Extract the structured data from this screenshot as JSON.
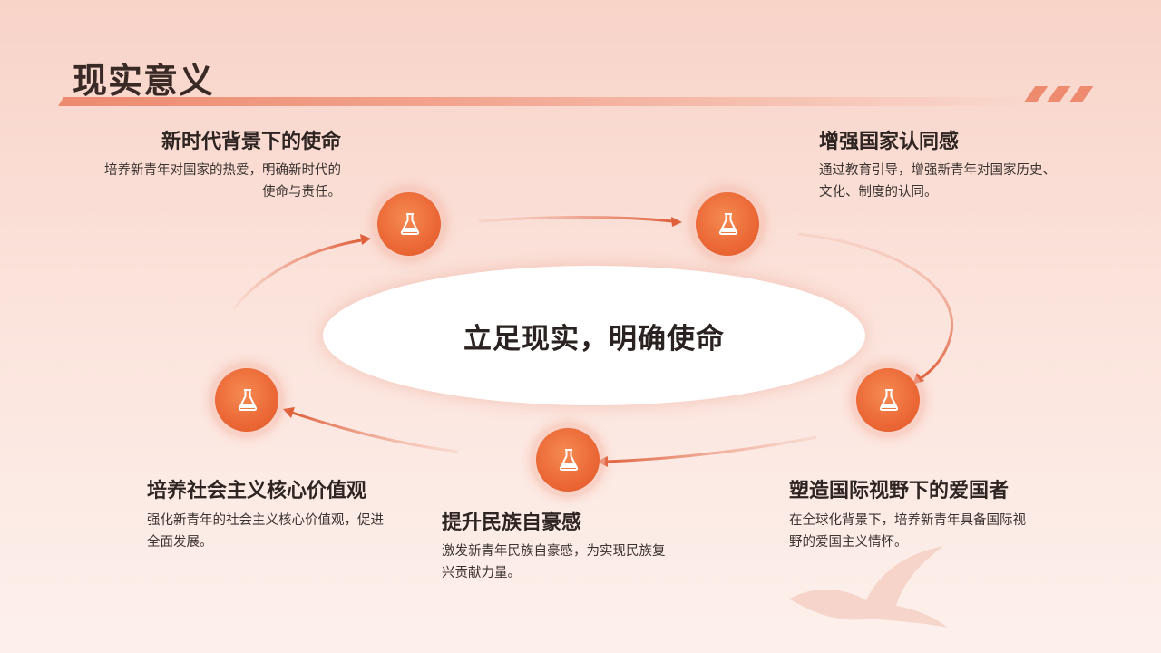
{
  "header": {
    "title": "现实意义"
  },
  "center": {
    "text": "立足现实，明确使命"
  },
  "items": [
    {
      "heading": "新时代背景下的使命",
      "desc_line1": "培养新青年对国家的热爱，明确新时代的",
      "desc_line2": "使命与责任。",
      "icon": "flask-icon"
    },
    {
      "heading": "增强国家认同感",
      "desc_line1": "通过教育引导，增强新青年对国家历史、",
      "desc_line2": "文化、制度的认同。",
      "icon": "flask-icon"
    },
    {
      "heading": "塑造国际视野下的爱国者",
      "desc_line1": "在全球化背景下，培养新青年具备国际视",
      "desc_line2": "野的爱国主义情怀。",
      "icon": "flask-icon"
    },
    {
      "heading": "提升民族自豪感",
      "desc_line1": "激发新青年民族自豪感，为实现民族复",
      "desc_line2": "兴贡献力量。",
      "icon": "flask-icon"
    },
    {
      "heading": "培养社会主义核心价值观",
      "desc_line1": "强化新青年的社会主义核心价值观，促进",
      "desc_line2": "全面发展。",
      "icon": "flask-icon"
    }
  ],
  "colors": {
    "accent": "#e8602f",
    "arrow": "#e0603c",
    "background": "#f9dcd3"
  }
}
